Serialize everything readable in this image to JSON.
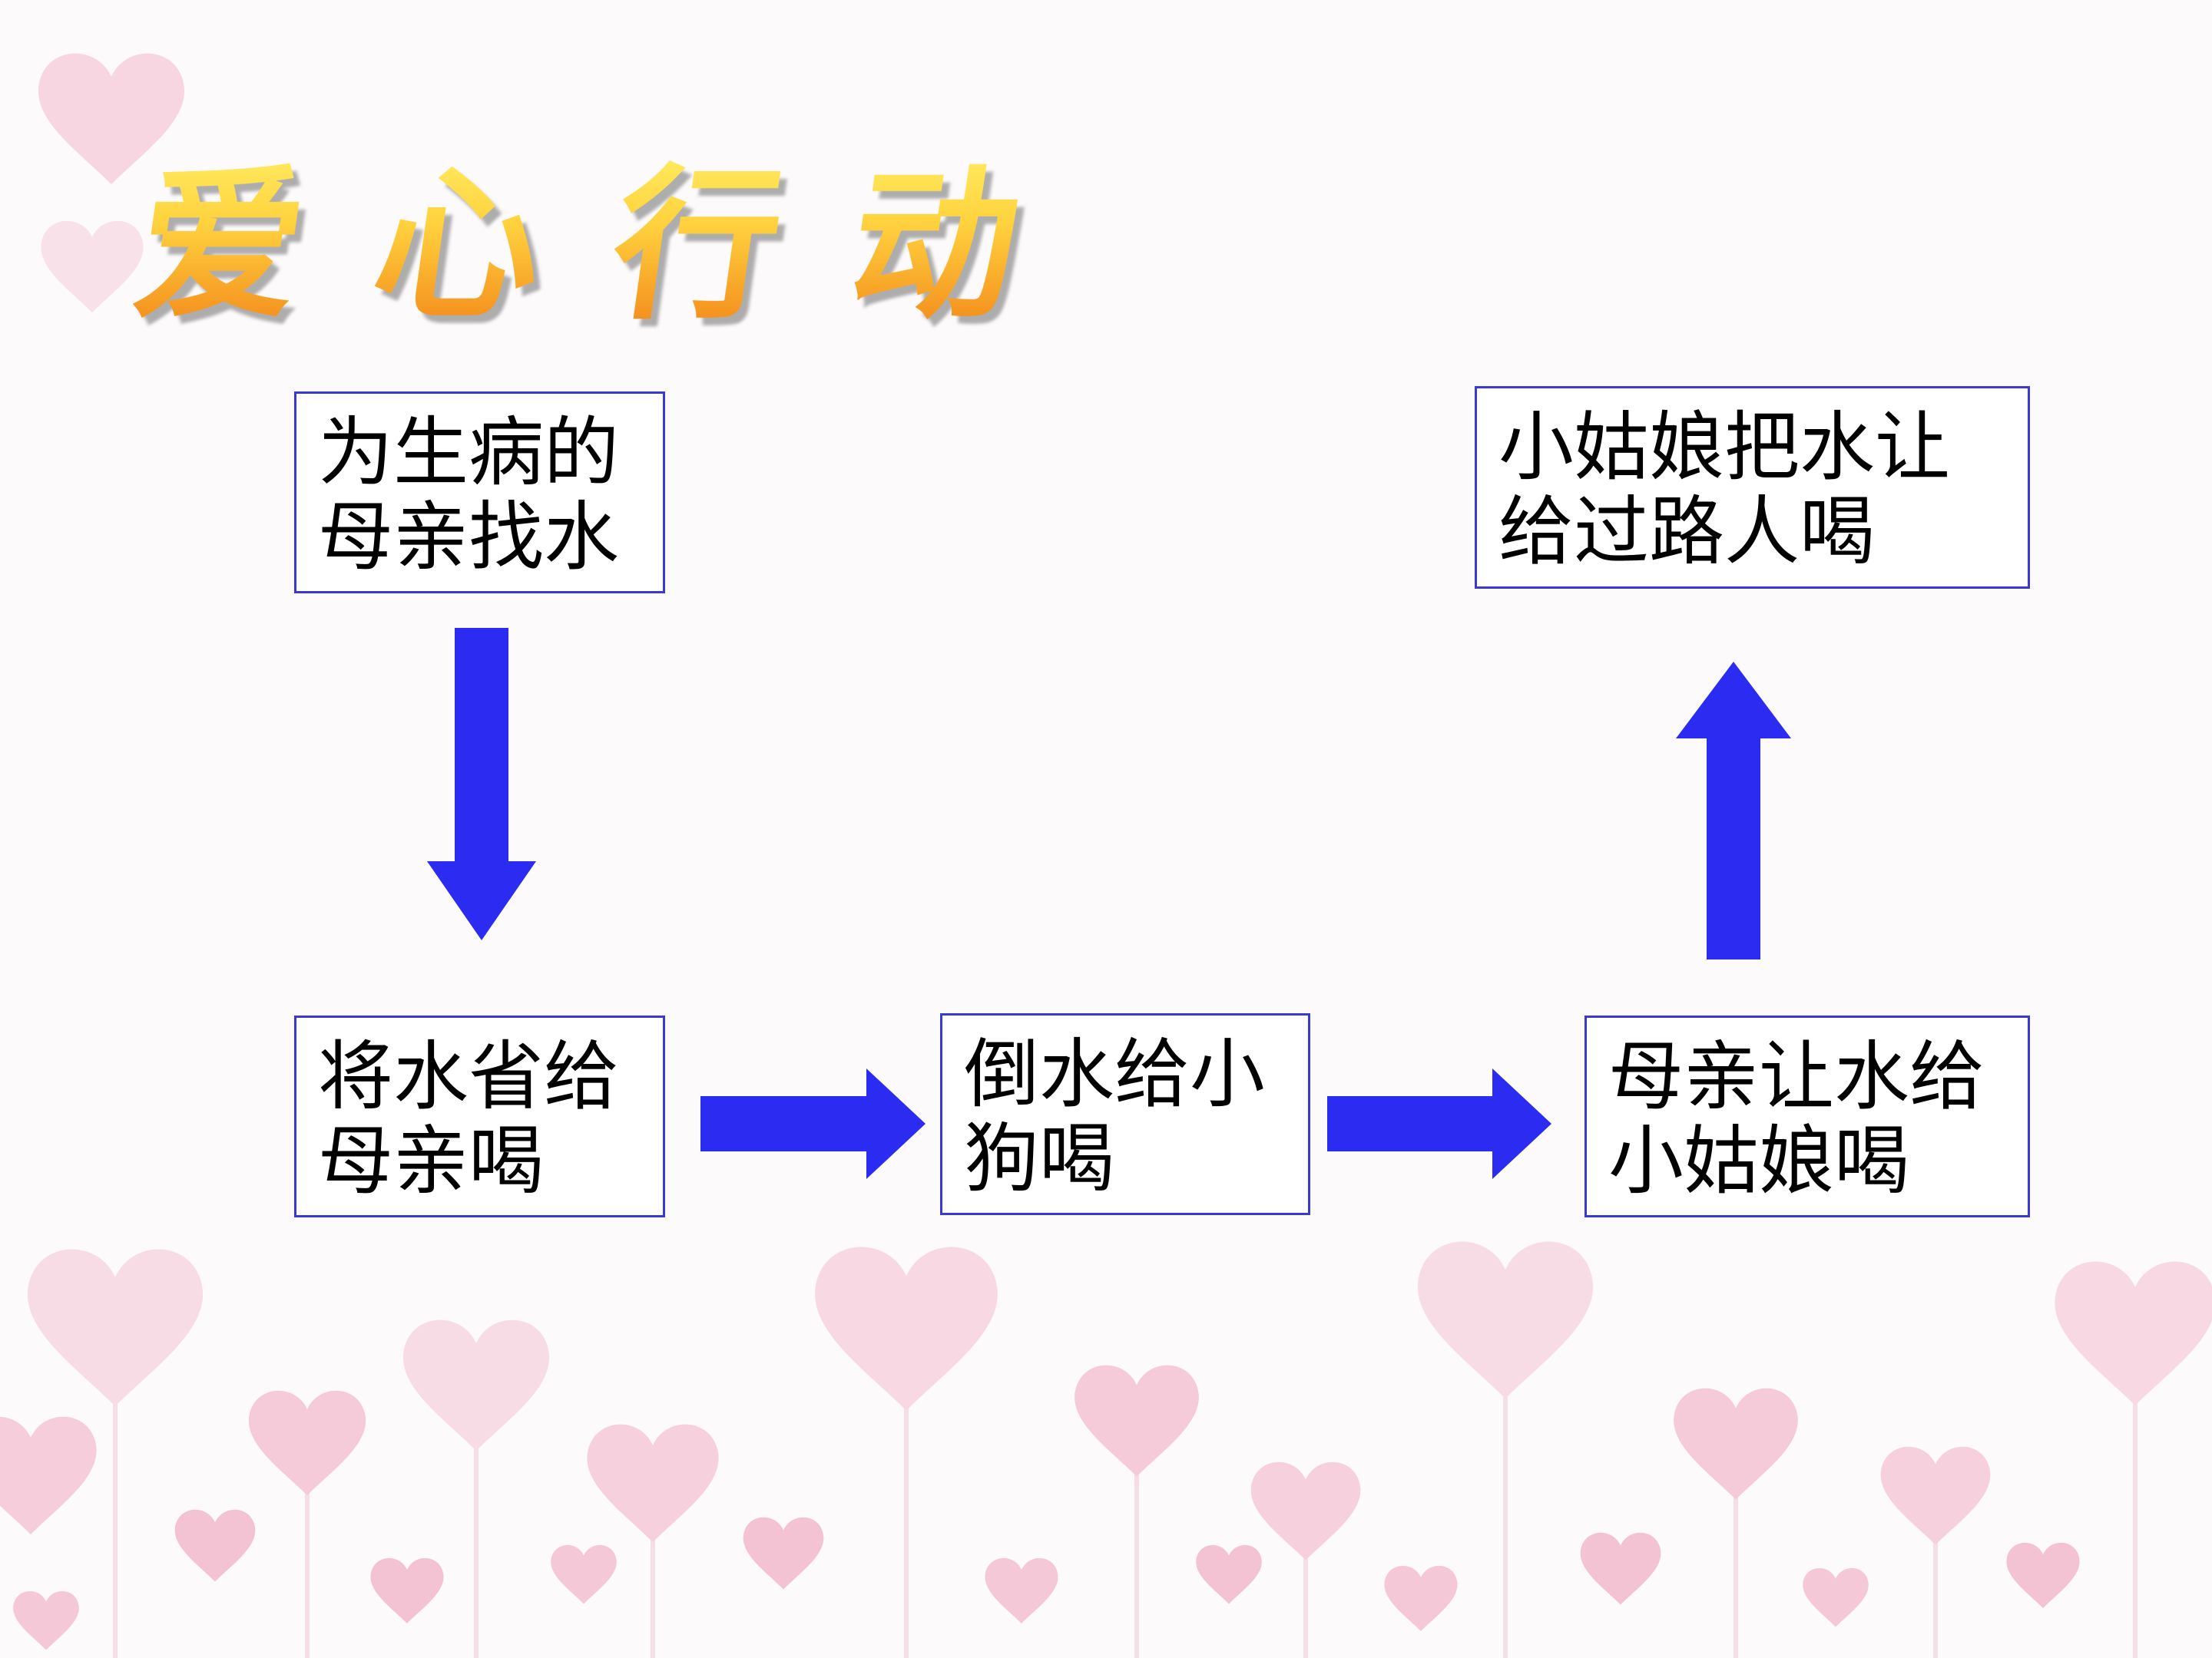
{
  "title": "爱心行动",
  "colors": {
    "arrow": "#2b2bf2",
    "box_border": "#3a3ad0",
    "title_top": "#fff36a",
    "title_bottom": "#ea7a16",
    "heart": "#f3b6cc"
  },
  "flow": {
    "steps": [
      {
        "line1": "为生病的",
        "line2": "母亲找水"
      },
      {
        "line1": "将水省给",
        "line2": "母亲喝"
      },
      {
        "line1": "倒水给小",
        "line2": "狗喝"
      },
      {
        "line1": "母亲让水给",
        "line2": "小姑娘喝"
      },
      {
        "line1": "小姑娘把水让",
        "line2": "给过路人喝"
      }
    ],
    "arrows": [
      {
        "from": 1,
        "to": 2,
        "direction": "down"
      },
      {
        "from": 2,
        "to": 3,
        "direction": "right"
      },
      {
        "from": 3,
        "to": 4,
        "direction": "right"
      },
      {
        "from": 4,
        "to": 5,
        "direction": "up"
      }
    ]
  }
}
